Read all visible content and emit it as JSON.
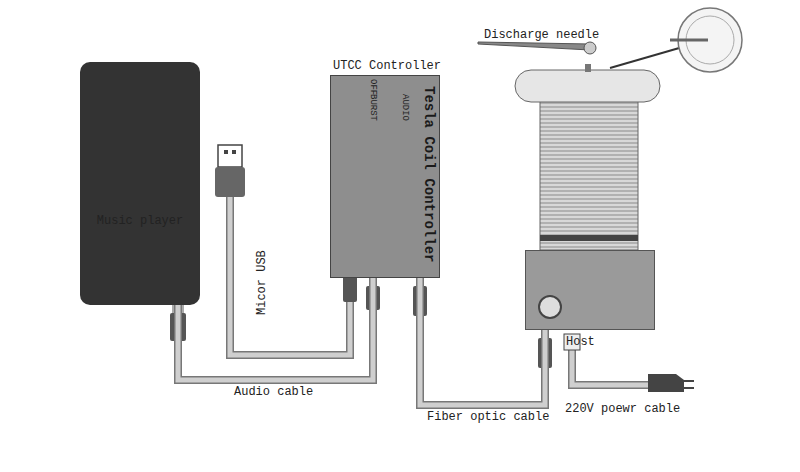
{
  "diagram": {
    "nodes": [
      {
        "text": [
          "Music player"
        ]
      },
      {
        "text": [
          "UTCC Controller",
          "Tesla Coil Controller"
        ]
      },
      {
        "text": [
          "Host"
        ]
      }
    ],
    "edges": [
      {
        "from": 0,
        "to": 1,
        "label": "Audio cable",
        "arrow": "none"
      },
      {
        "from": 1,
        "to": 2,
        "label": "Fiber optic cable",
        "arrow": "none"
      }
    ],
    "labels": [
      "Discharge needle",
      "Micor USB",
      "220V poewr cable",
      "OFF",
      "BURST",
      "AUDIO"
    ]
  }
}
